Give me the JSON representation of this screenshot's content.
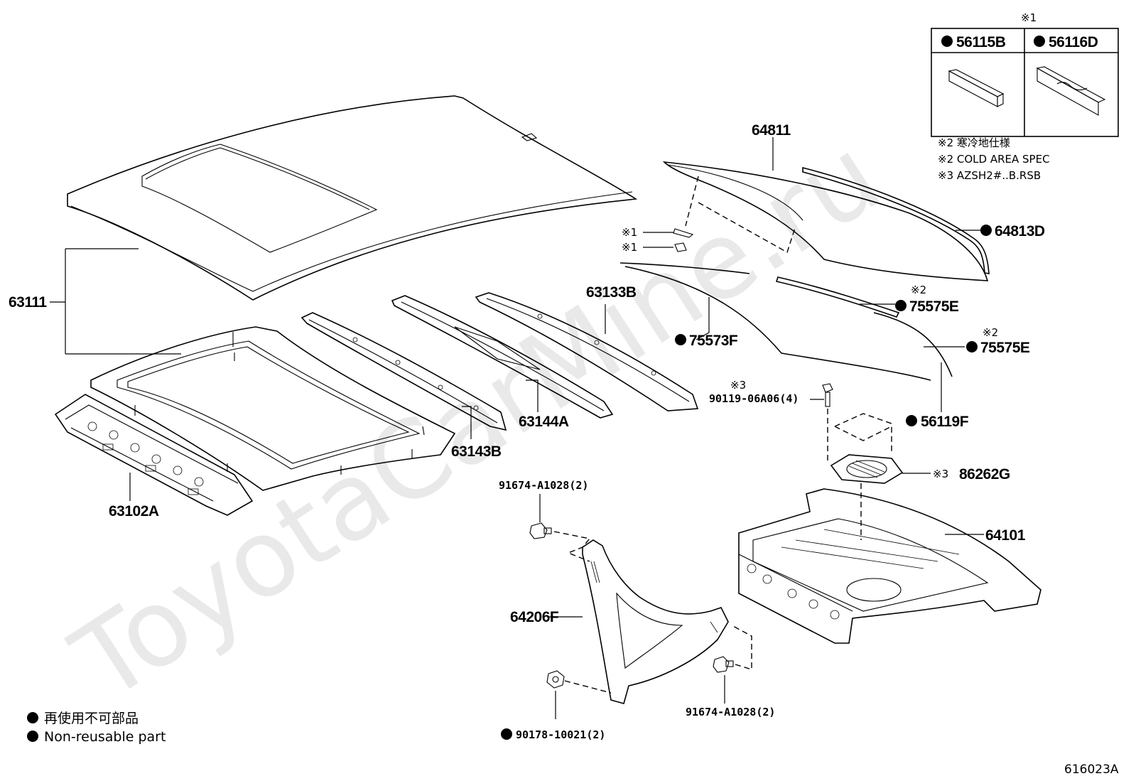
{
  "watermark": "ToyotaCarMine.ru",
  "inset": {
    "mark": "※1",
    "col1_label": "56115B",
    "col2_label": "56116D"
  },
  "notes": {
    "cold_jp": "※2 寒冷地仕様",
    "cold_en": "※2 COLD AREA SPEC",
    "model": "※3 AZSH2#..B.RSB"
  },
  "labels": {
    "l63111": "63111",
    "l63102A": "63102A",
    "l63143B": "63143B",
    "l63144A": "63144A",
    "l63133B": "63133B",
    "l64811": "64811",
    "l64813D": "64813D",
    "l75573F": "75573F",
    "l75575E_1": "75575E",
    "l75575E_2": "75575E",
    "l56119F": "56119F",
    "l90119": "90119-06A06(4)",
    "l86262G": "86262G",
    "l64101": "64101",
    "l91674_top": "91674-A1028(2)",
    "l64206F": "64206F",
    "l91674_bottom": "91674-A1028(2)",
    "l90178": "90178-10021(2)",
    "mark1a": "※1",
    "mark1b": "※1",
    "mark2a": "※2",
    "mark2b": "※2",
    "mark3a": "※3",
    "mark3b": "※3"
  },
  "legend": {
    "jp": "再使用不可部品",
    "en": "Non-reusable part"
  },
  "diagram_code": "616023A"
}
